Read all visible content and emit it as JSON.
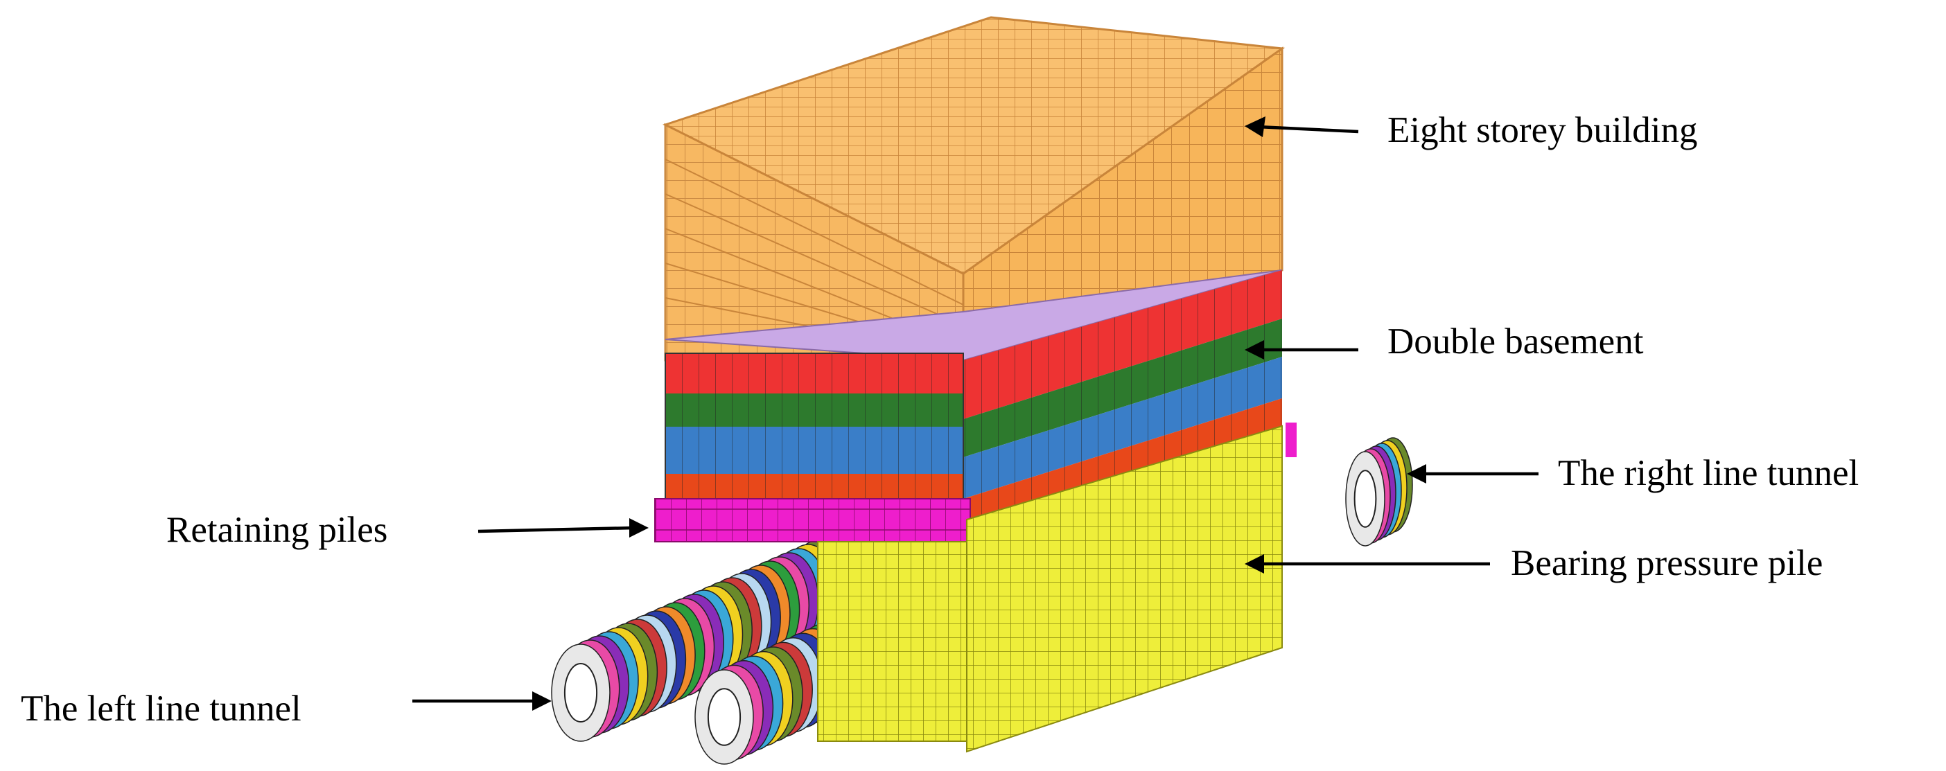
{
  "labels": {
    "building": "Eight storey building",
    "basement": "Double  basement",
    "right_tunnel": "The right line tunnel",
    "retaining": "Retaining piles",
    "bearing": "Bearing pressure pile",
    "left_tunnel": "The left line tunnel"
  },
  "colors": {
    "building": "#f7b55a",
    "building_grid": "#c9853a",
    "roof_basement": "#c9a9e6",
    "red_layer": "#ee3333",
    "green_layer": "#2d7a2d",
    "blue_layer": "#3a7ec8",
    "orange_layer": "#e8481a",
    "retaining_piles": "#ee1ecc",
    "bearing_pile": "#eeee3a",
    "tunnel_ring_colors": [
      "#2d9d3d",
      "#e84aa6",
      "#8a2cb8",
      "#3aa8d8",
      "#f0d020",
      "#6a8a2a",
      "#cc3a3a",
      "#b8d8f0",
      "#2a3aa8",
      "#f08a2a"
    ]
  }
}
